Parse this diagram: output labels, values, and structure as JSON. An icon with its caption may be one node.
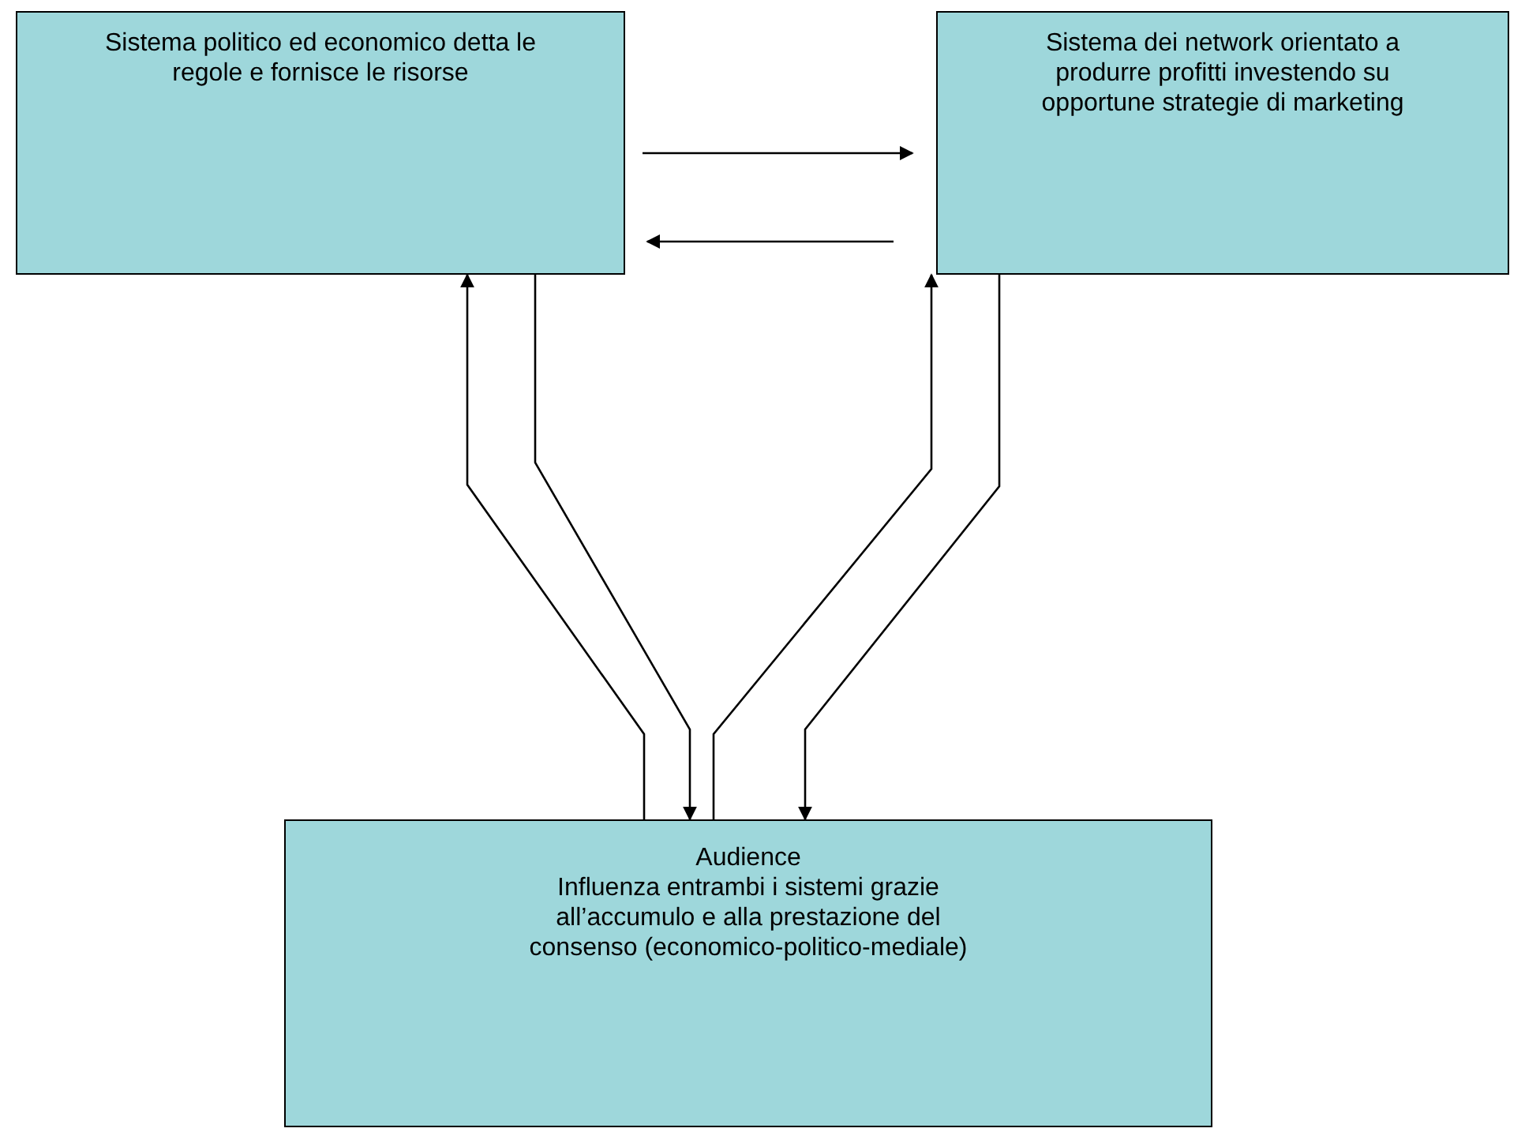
{
  "diagram": {
    "nodes": [
      {
        "text": [
          "Sistema politico ed economico detta le regole e fornisce le risorse"
        ]
      },
      {
        "text": [
          "Sistema dei network orientato a produrre profitti investendo su opportune strategie di marketing"
        ]
      },
      {
        "text": [
          "Audience",
          "Influenza entrambi i sistemi grazie all’accumulo e alla prestazione del consenso (economico-politico-mediale)"
        ]
      }
    ],
    "edges": [
      {
        "from": 0,
        "to": 1,
        "arrow": "to"
      },
      {
        "from": 1,
        "to": 0,
        "arrow": "to"
      },
      {
        "from": 2,
        "to": 0,
        "arrow": "to"
      },
      {
        "from": 0,
        "to": 2,
        "arrow": "to"
      },
      {
        "from": 2,
        "to": 1,
        "arrow": "to"
      },
      {
        "from": 1,
        "to": 2,
        "arrow": "to"
      }
    ]
  }
}
